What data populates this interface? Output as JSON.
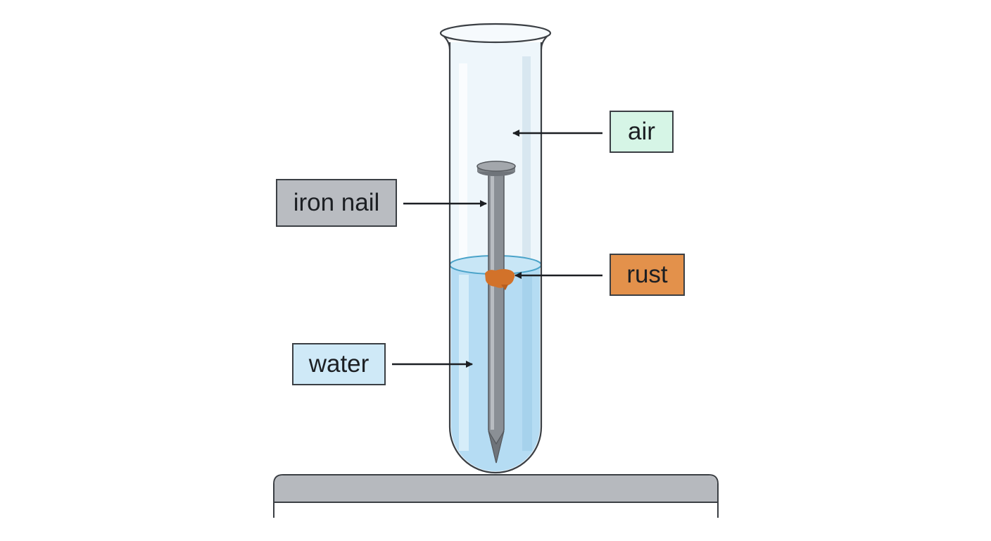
{
  "labels": {
    "air": "air",
    "iron_nail": "iron nail",
    "rust": "rust",
    "water": "water"
  },
  "colors": {
    "air_box": "#d6f5e6",
    "iron_nail_box": "#b9bcc1",
    "rust_box": "#e3914b",
    "water_box": "#cfe9f7",
    "water": "#b5dcf3",
    "glass_outline": "#3b3f44",
    "nail": "#8a8f95",
    "rust": "#d2722a",
    "stand": "#b6b9be"
  }
}
